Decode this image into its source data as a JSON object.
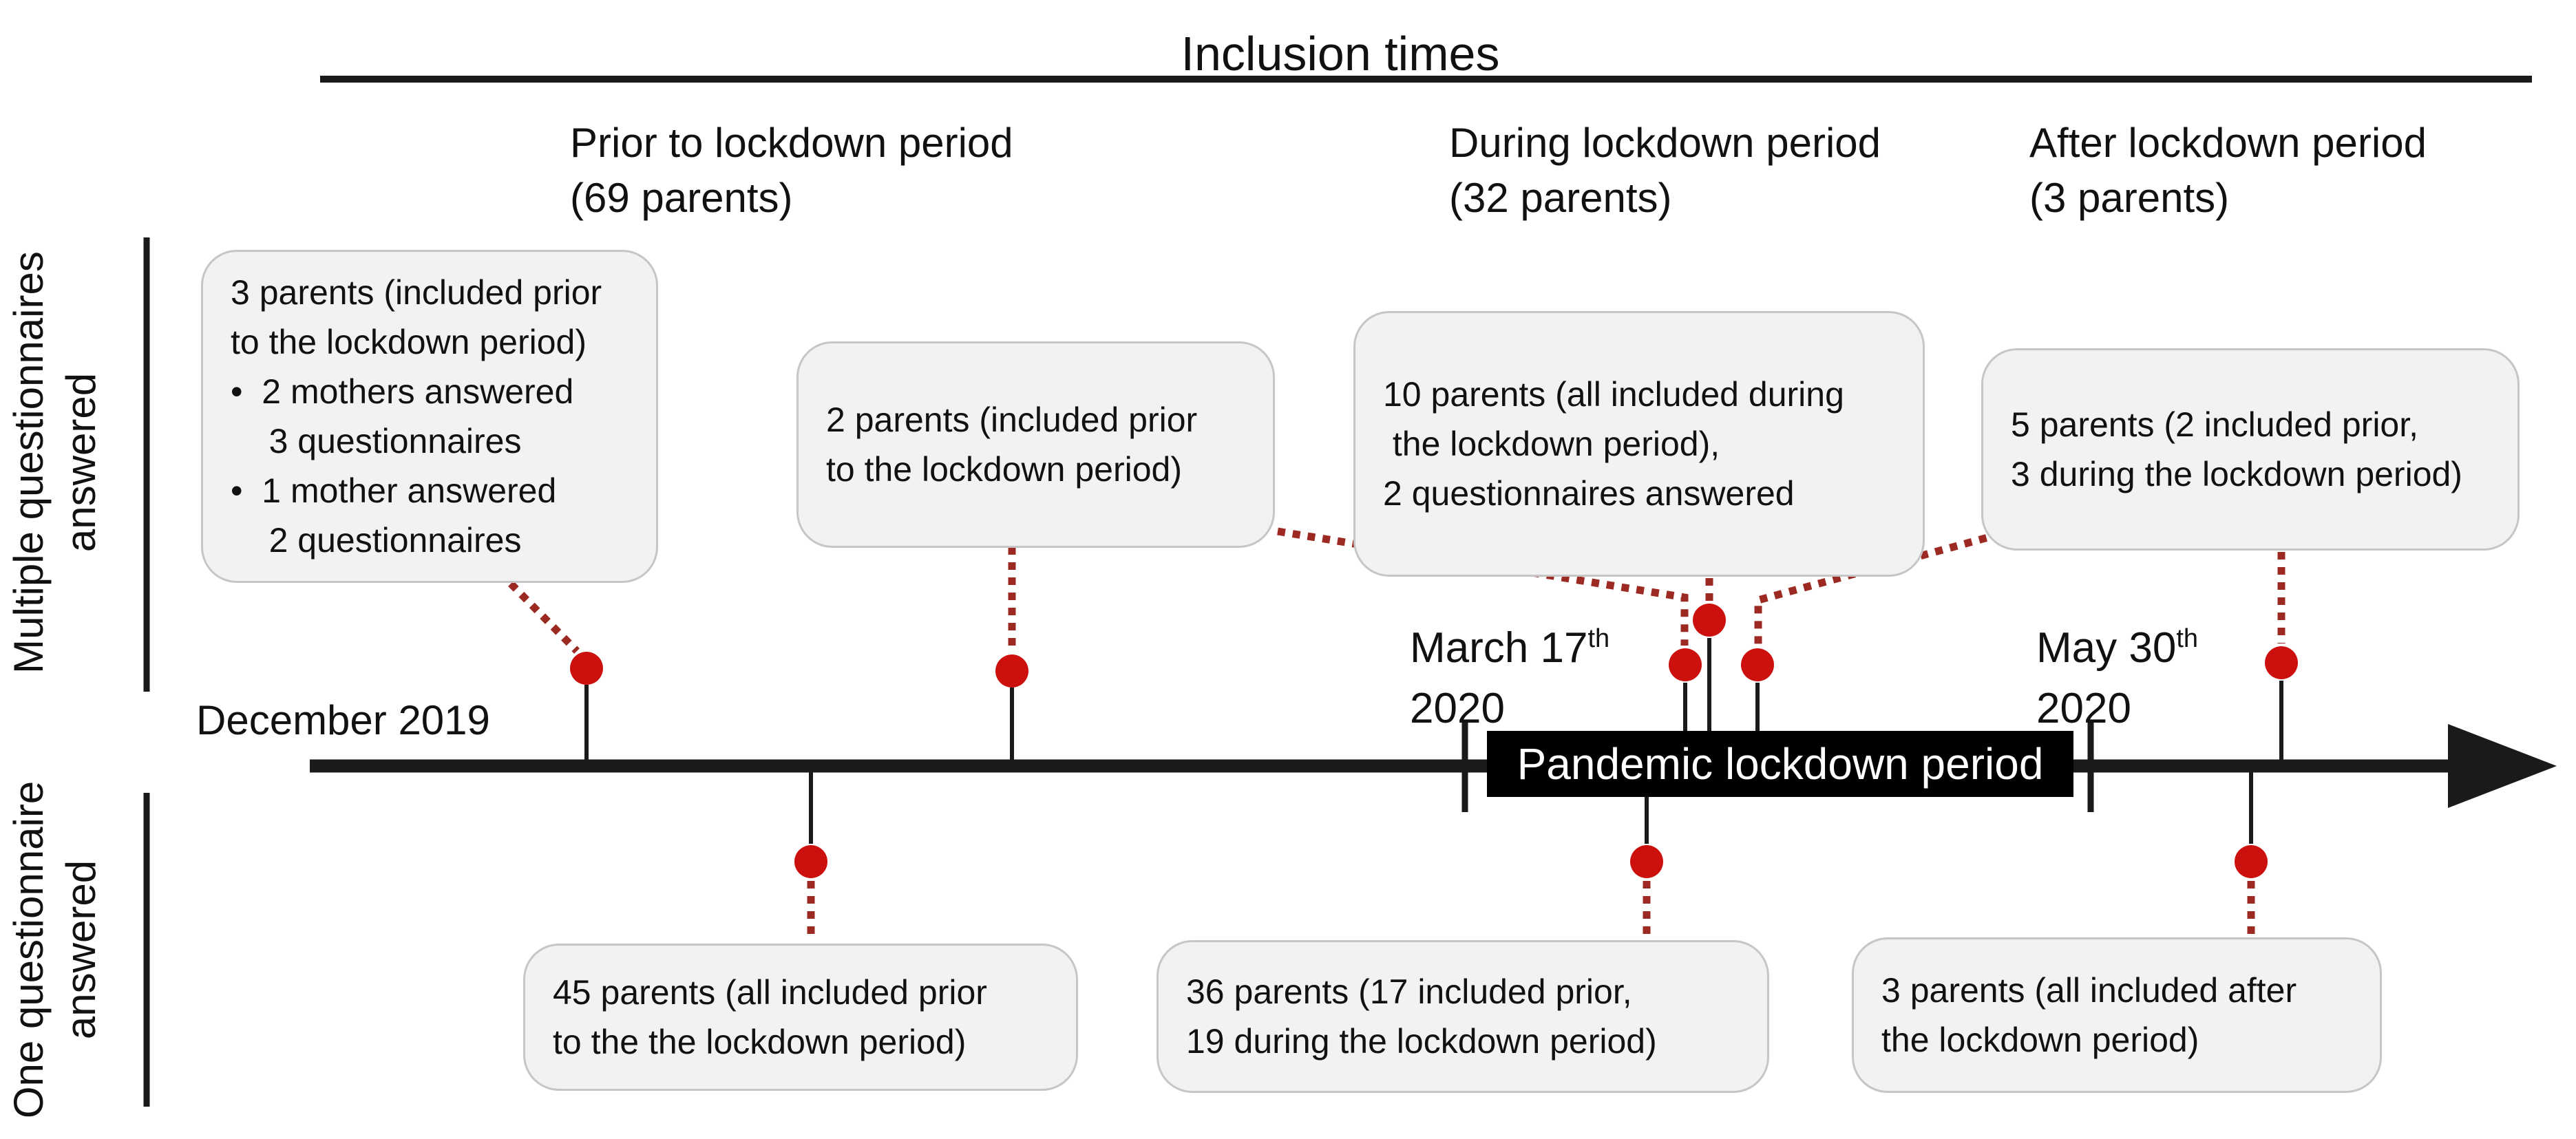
{
  "palette": {
    "ink": "#1a1a1a",
    "text": "#111111",
    "red_dot": "#cc100e",
    "red_dotted": "#9c2a23",
    "box_fill": "#f2f2f2",
    "box_border": "#c6c6c6",
    "lockdown_fill": "#000000",
    "lockdown_text": "#ffffff",
    "paper": "#ffffff"
  },
  "title": "Inclusion times",
  "periods": [
    {
      "label": "Prior to lockdown period",
      "count": "(69 parents)"
    },
    {
      "label": "During lockdown period",
      "count": "(32 parents)"
    },
    {
      "label": "After lockdown period",
      "count": "(3 parents)"
    }
  ],
  "row_labels": {
    "top": {
      "line1": "Multiple questionnaires",
      "line2": "answered"
    },
    "bottom": {
      "line1": "One questionnaire",
      "line2": "answered"
    }
  },
  "timeline": {
    "start_label": "December 2019",
    "lockdown_label": "Pandemic lockdown period",
    "lockdown_start": {
      "date": "March 17",
      "ord": "th",
      "year": "2020"
    },
    "lockdown_end": {
      "date": "May 30",
      "ord": "th",
      "year": "2020"
    }
  },
  "callouts_top": [
    {
      "lines": [
        "3 parents (included prior",
        "to the lockdown period)",
        "•  2 mothers answered",
        "    3 questionnaires",
        "•  1 mother answered",
        "    2 questionnaires"
      ]
    },
    {
      "lines": [
        "2 parents (included prior",
        "to the lockdown period)"
      ]
    },
    {
      "lines": [
        "10 parents (all included during",
        " the lockdown period),",
        "2 questionnaires answered"
      ]
    },
    {
      "lines": [
        "5 parents (2 included prior,",
        "3 during the lockdown period)"
      ]
    }
  ],
  "callouts_bottom": [
    {
      "lines": [
        "45 parents (all included prior",
        "to the the lockdown period)"
      ]
    },
    {
      "lines": [
        "36 parents (17 included prior,",
        "19 during the lockdown period)"
      ]
    },
    {
      "lines": [
        "3 parents (all included after",
        "the lockdown period)"
      ]
    }
  ]
}
